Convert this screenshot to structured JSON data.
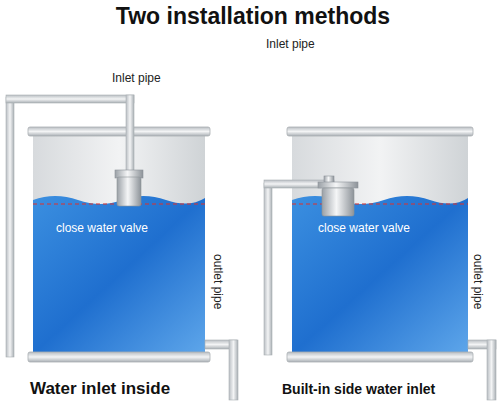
{
  "diagram": {
    "title": "Two installation methods",
    "labels": [
      "Inlet pipe",
      "close water valve",
      "outlet pipe",
      "Water inlet inside",
      "Inlet pipe",
      "close water valve",
      "outlet pipe",
      "Built-in side water inlet"
    ]
  }
}
